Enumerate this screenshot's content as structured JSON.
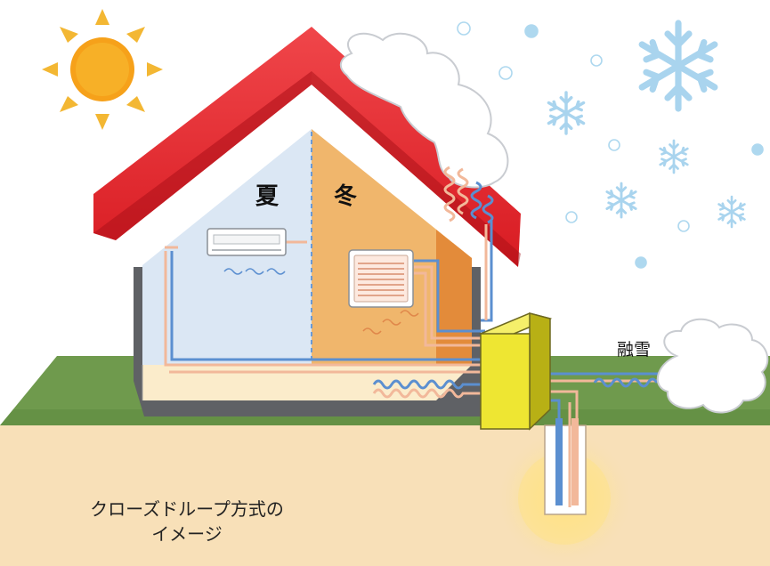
{
  "labels": {
    "summer": "夏",
    "winter": "冬",
    "snow_melting": "融雪",
    "caption_line1": "クローズドループ方式の",
    "caption_line2": "イメージ"
  },
  "colors": {
    "roof": "#e8232a",
    "sun": "#f6a11a",
    "summer_room": "#dbe7f4",
    "winter_room": "#f0b66c",
    "heat_pump": "#eee632",
    "ground": "#f8e0b8",
    "grass": "#6f9a4d",
    "cold_pipe": "#5b8fd0",
    "warm_pipe": "#f2b89a",
    "snow": "#aed8ef"
  },
  "icons": [
    "sun-icon",
    "snowflake-icon",
    "snow-cloud-icon",
    "air-conditioner-icon",
    "ceiling-cassette-icon"
  ]
}
